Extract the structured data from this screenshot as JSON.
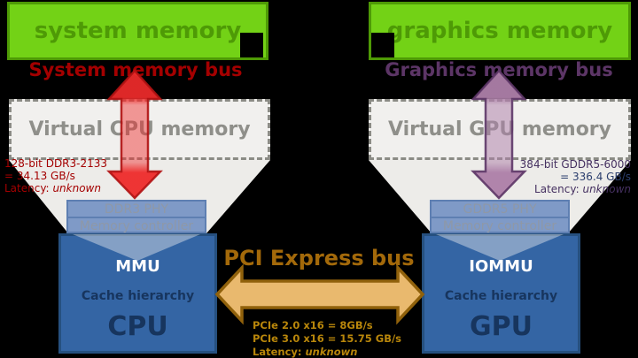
{
  "colors": {
    "background": "#000000",
    "memory_green": "#73d216",
    "memory_green_dark": "#4e9a06",
    "bus_red": "#a40000",
    "bus_purple": "#5c3566",
    "chip_blue": "#3465a4",
    "chip_blue_dark": "#204a87",
    "phy_blue": "#7f9ac7",
    "pcie_tan": "#e9b96e",
    "pcie_text": "#b8860b",
    "funnel_gray": "#edece9"
  },
  "system_memory": {
    "label": "system memory",
    "bus_label": "System memory bus",
    "specs": {
      "line1": "128-bit DDR3-2133",
      "line2": "= 34.13 GB/s",
      "latency_label": "Latency:",
      "latency_value": "unknown"
    }
  },
  "graphics_memory": {
    "label": "graphics memory",
    "bus_label": "Graphics memory bus",
    "specs": {
      "line1": "384-bit GDDR5-6000",
      "line2": "= 336.4 GB/s",
      "latency_label": "Latency:",
      "latency_value": "unknown"
    }
  },
  "virtual_cpu_memory": {
    "label": "Virtual CPU memory"
  },
  "virtual_gpu_memory": {
    "label": "Virtual GPU memory"
  },
  "cpu": {
    "phy_label": "DDR3 PHY",
    "controller_label": "Memory controller",
    "mmu_label": "MMU",
    "cache_label": "Cache hierarchy",
    "name": "CPU"
  },
  "gpu": {
    "phy_label": "GDDR5 PHY",
    "controller_label": "Memory controller",
    "mmu_label": "IOMMU",
    "cache_label": "Cache hierarchy",
    "name": "GPU"
  },
  "pcie": {
    "title": "PCI Express bus",
    "spec_line1": "PCIe 2.0 x16 = 8GB/s",
    "spec_line2": "PCIe 3.0 x16 = 15.75 GB/s",
    "latency_label": "Latency:",
    "latency_value": "unknown"
  }
}
